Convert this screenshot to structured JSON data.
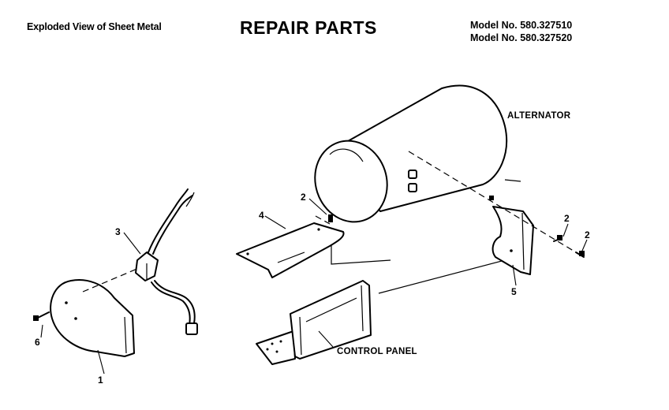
{
  "header": {
    "left_caption": "Exploded View of Sheet Metal",
    "title": "REPAIR PARTS",
    "models": [
      "Model No. 580.327510",
      "Model No. 580.327520"
    ]
  },
  "diagram": {
    "labels": {
      "alternator": "ALTERNATOR",
      "control_panel": "CONTROL PANEL"
    },
    "callouts": {
      "part_1": "1",
      "part_2a": "2",
      "part_2b": "2",
      "part_2c": "2",
      "part_3": "3",
      "part_4": "4",
      "part_5": "5",
      "part_6": "6"
    }
  }
}
